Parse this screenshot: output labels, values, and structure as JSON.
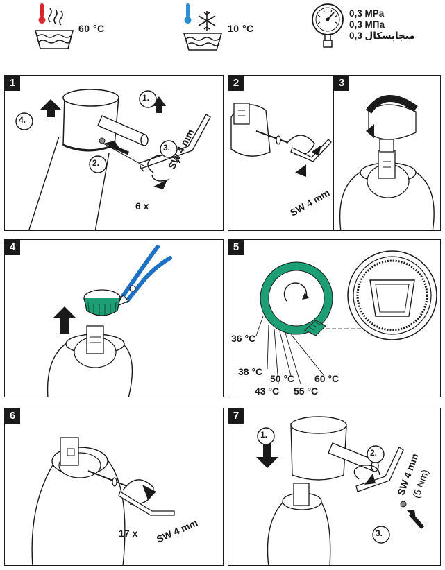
{
  "header": {
    "hot_temp": "60 °C",
    "cold_temp": "10 °C",
    "pressure": [
      "0,3 MPa",
      "0,3 МПа",
      "0,3 ميجابسكال"
    ],
    "icons": [
      "hot-water-thermometer-icon",
      "cold-water-snowflake-icon",
      "pressure-gauge-icon"
    ]
  },
  "panels": [
    {
      "number": "1",
      "labels": {
        "tool": "SW 4 mm",
        "count": "6 x"
      },
      "steps": [
        "1.",
        "2.",
        "3.",
        "4."
      ]
    },
    {
      "number": "2",
      "labels": {
        "tool": "SW 4 mm"
      }
    },
    {
      "number": "3"
    },
    {
      "number": "4"
    },
    {
      "number": "5",
      "temps": [
        "36 °C",
        "38 °C",
        "43 °C",
        "50 °C",
        "55 °C",
        "60 °C"
      ]
    },
    {
      "number": "6",
      "labels": {
        "tool": "SW 4 mm",
        "count": "17 x"
      }
    },
    {
      "number": "7",
      "labels": {
        "tool": "SW 4 mm",
        "torque": "(5 Nm)"
      },
      "steps": [
        "1.",
        "2.",
        "3."
      ]
    }
  ],
  "colors": {
    "accent_green": "#1e9e74",
    "pliers_blue": "#1e72c4",
    "hot_red": "#d8262e",
    "cold_blue": "#2b8fd1",
    "ink": "#1a1a1a"
  }
}
